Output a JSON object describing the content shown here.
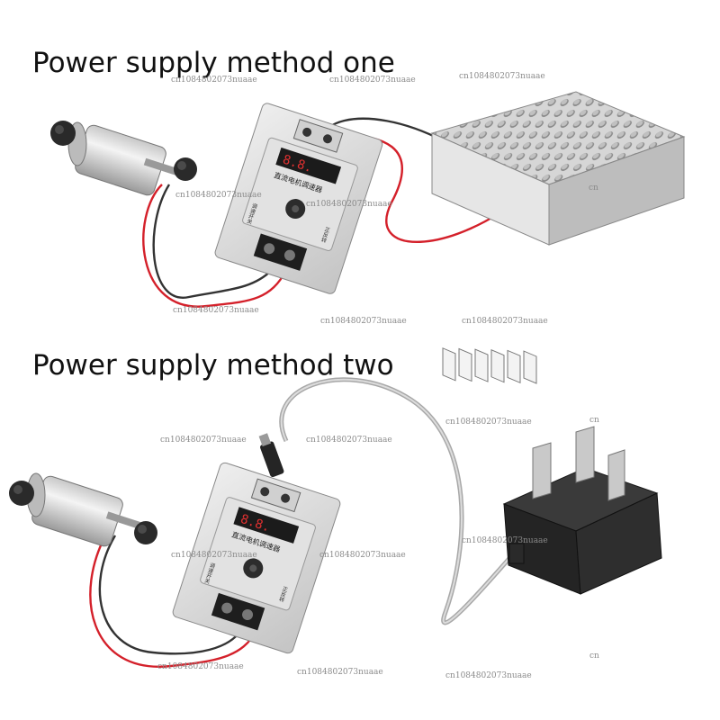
{
  "headings": {
    "method_one": "Power supply method one",
    "method_two": "Power supply method two"
  },
  "controller": {
    "label": "直流电机调速器",
    "side_left": "调速开关",
    "side_right": "正反转"
  },
  "watermarks": [
    "cn1084802073nuaae",
    "cn1084802073nuaae",
    "cn1084802073nuaae",
    "cn1084802073nuaae",
    "cn1084802073nuaae",
    "cn1084802073nuaae",
    "cn1084802073nuaae",
    "cn1084802073nuaae",
    "cn1084802073nuaae",
    "cn1084802073nuaae",
    "cn1084802073nuaae",
    "cn1084802073nuaae",
    "cn1084802073nuaae",
    "cn",
    "cn",
    "cn"
  ],
  "colors": {
    "wire_red": "#d4202a",
    "wire_black": "#333333",
    "display_digits": "#e03030",
    "adapter_body": "#2a2a2a"
  }
}
